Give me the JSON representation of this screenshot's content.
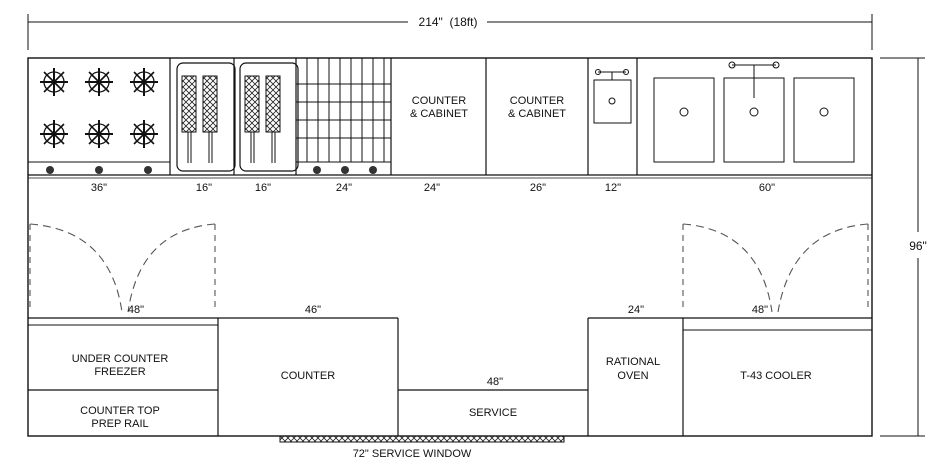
{
  "overall": {
    "width_label": "214\"  (18ft)",
    "depth_label": "96\""
  },
  "top_row": [
    {
      "dim": "36\"",
      "label": []
    },
    {
      "dim": "16\"",
      "label": []
    },
    {
      "dim": "16\"",
      "label": []
    },
    {
      "dim": "24\"",
      "label": []
    },
    {
      "dim": "24\"",
      "label": [
        "COUNTER",
        "& CABINET"
      ]
    },
    {
      "dim": "26\"",
      "label": [
        "COUNTER",
        "& CABINET"
      ]
    },
    {
      "dim": "12\"",
      "label": []
    },
    {
      "dim": "60\"",
      "label": []
    }
  ],
  "bottom_row": {
    "left_door_dim": "48\"",
    "counter_dim": "46\"",
    "oven_dim": "24\"",
    "right_door_dim": "48\"",
    "service_dim": "48\"",
    "freezer": [
      "UNDER COUNTER",
      "FREEZER"
    ],
    "prep_rail": [
      "COUNTER TOP",
      "PREP RAIL"
    ],
    "counter": "COUNTER",
    "service": "SERVICE",
    "oven": [
      "RATIONAL",
      "OVEN"
    ],
    "cooler": "T-43 COOLER"
  },
  "service_window": "72\" SERVICE WINDOW"
}
